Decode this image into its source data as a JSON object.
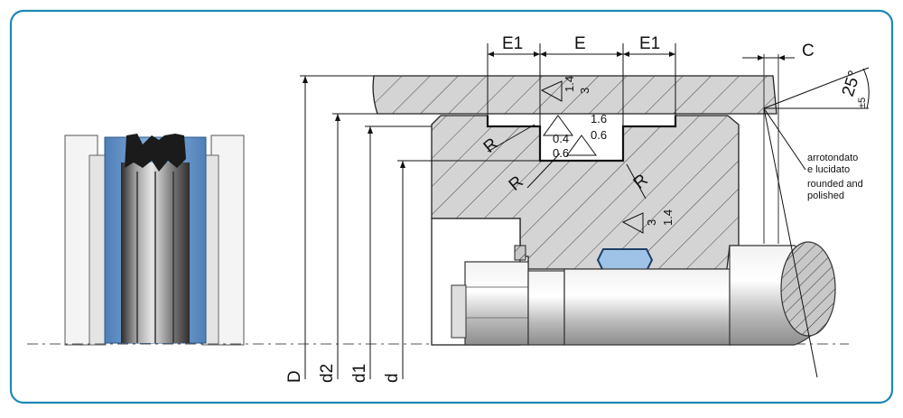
{
  "colors": {
    "frame": "#1e88b4",
    "section_fill": "#d2d2d2",
    "seal_blue": "#6fa0d0",
    "seal_black": "#1b1b1b",
    "steel": "#c8c8c8"
  },
  "dimensions": {
    "e1_left": "E1",
    "e": "E",
    "e1_right": "E1",
    "c": "C",
    "angle": "25°",
    "angle_tol": "±5",
    "d_outer": "D",
    "d2": "d2",
    "d1": "d1",
    "d": "d"
  },
  "roughness": {
    "top_a": "1.4",
    "top_b": "3",
    "groove_a": "1.6",
    "groove_b": "0.6",
    "corner_a": "0.4",
    "corner_b": "0.6",
    "right_a": "3",
    "right_b": "1.4"
  },
  "radius": {
    "r1": "R",
    "r2": "R",
    "r3": "R"
  },
  "notes": {
    "it_line1": "arrotondato",
    "it_line2": "e lucidato",
    "en_line1": "rounded and",
    "en_line2": "polished"
  },
  "icons": {
    "hatch": "diagonal-hatch-pattern",
    "roughness": "roughness-triangle-icon"
  }
}
